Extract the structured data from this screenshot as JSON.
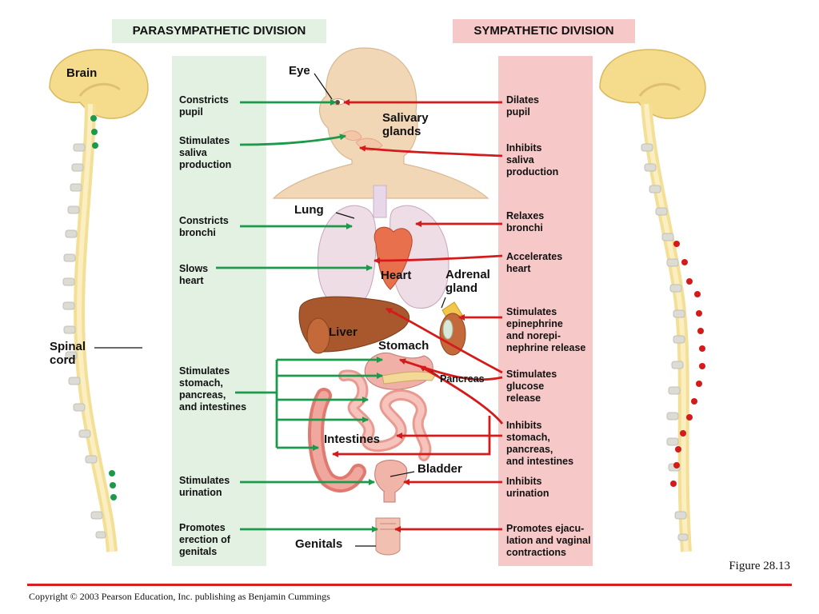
{
  "headers": {
    "parasympathetic": "PARASYMPATHETIC DIVISION",
    "sympathetic": "SYMPATHETIC DIVISION"
  },
  "cns_labels": {
    "brain": "Brain",
    "spinal_cord": "Spinal\ncord"
  },
  "organs": {
    "eye": "Eye",
    "salivary_glands": "Salivary\nglands",
    "lung": "Lung",
    "heart": "Heart",
    "adrenal_gland": "Adrenal\ngland",
    "liver": "Liver",
    "stomach": "Stomach",
    "pancreas": "Pancreas",
    "intestines": "Intestines",
    "bladder": "Bladder",
    "genitals": "Genitals"
  },
  "parasympathetic_effects": [
    "Constricts\npupil",
    "Stimulates\nsaliva\nproduction",
    "Constricts\nbronchi",
    "Slows\nheart",
    "Stimulates\nstomach,\npancreas,\nand intestines",
    "Stimulates\nurination",
    "Promotes\nerection of\ngenitals"
  ],
  "sympathetic_effects": [
    "Dilates\npupil",
    "Inhibits\nsaliva\nproduction",
    "Relaxes\nbronchi",
    "Accelerates\nheart",
    "Stimulates\nepinephrine\nand norepi-\nnephrine release",
    "Stimulates\nglucose\nrelease",
    "Inhibits\nstomach,\npancreas,\nand intestines",
    "Inhibits\nurination",
    "Promotes ejacu-\nlation and vaginal\ncontractions"
  ],
  "colors": {
    "parasympathetic": "#1a9a4a",
    "sympathetic": "#d41a1a",
    "para_panel": "#e2f1e2",
    "symp_panel": "#f7c8c8"
  },
  "figure_label": "Figure 28.13",
  "copyright": "Copyright © 2003 Pearson Education, Inc. publishing as Benjamin Cummings"
}
